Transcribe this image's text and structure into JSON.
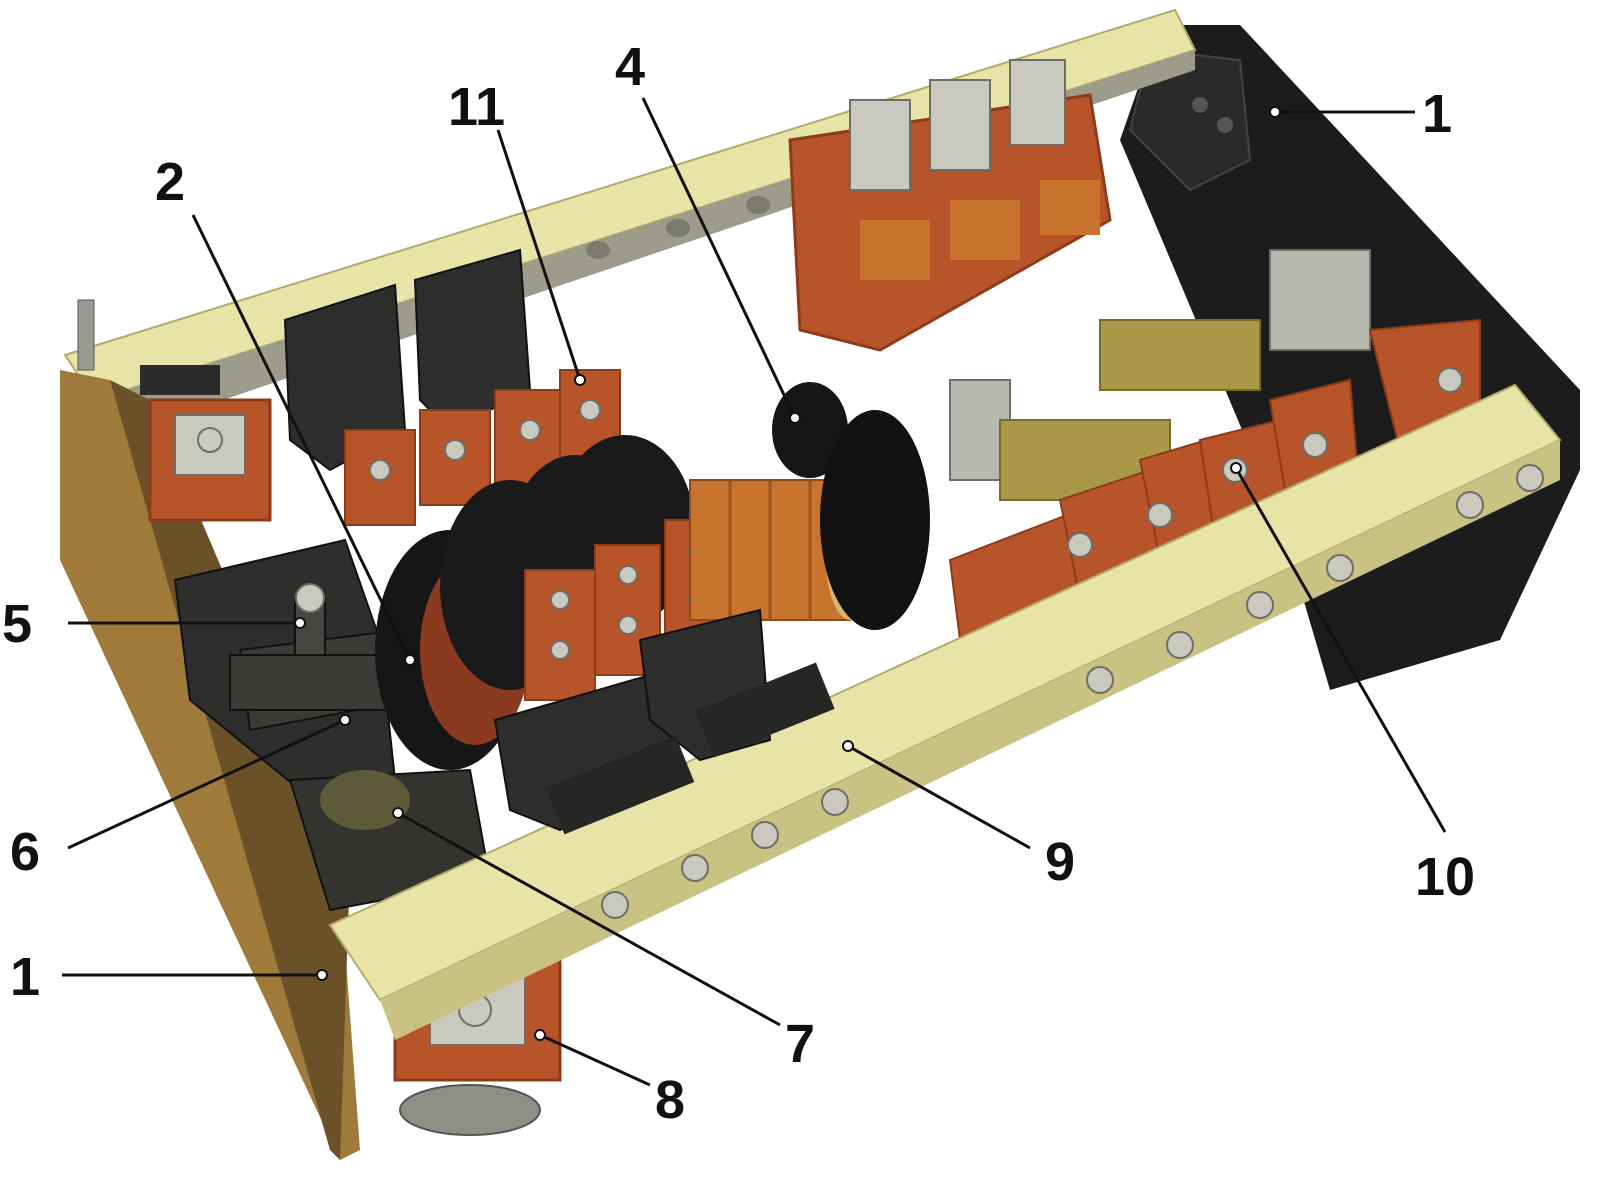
{
  "callouts": [
    {
      "id": "1a",
      "label": "1"
    },
    {
      "id": "1b",
      "label": "1"
    },
    {
      "id": "2",
      "label": "2"
    },
    {
      "id": "4",
      "label": "4"
    },
    {
      "id": "5",
      "label": "5"
    },
    {
      "id": "6",
      "label": "6"
    },
    {
      "id": "7",
      "label": "7"
    },
    {
      "id": "8",
      "label": "8"
    },
    {
      "id": "9",
      "label": "9"
    },
    {
      "id": "10",
      "label": "10"
    },
    {
      "id": "11",
      "label": "11"
    }
  ],
  "colors": {
    "frame_bar": "#e8e3a6",
    "frame_bar_shade": "#c9c283",
    "end_plate": "#1c1c1c",
    "insulator": "#b8542a",
    "insulator_dark": "#8e3b1a",
    "cast_iron": "#2e2e2c",
    "coil_copper": "#c8732e",
    "metal": "#b9b9b0",
    "brass": "#a89848",
    "label": "#111111"
  }
}
